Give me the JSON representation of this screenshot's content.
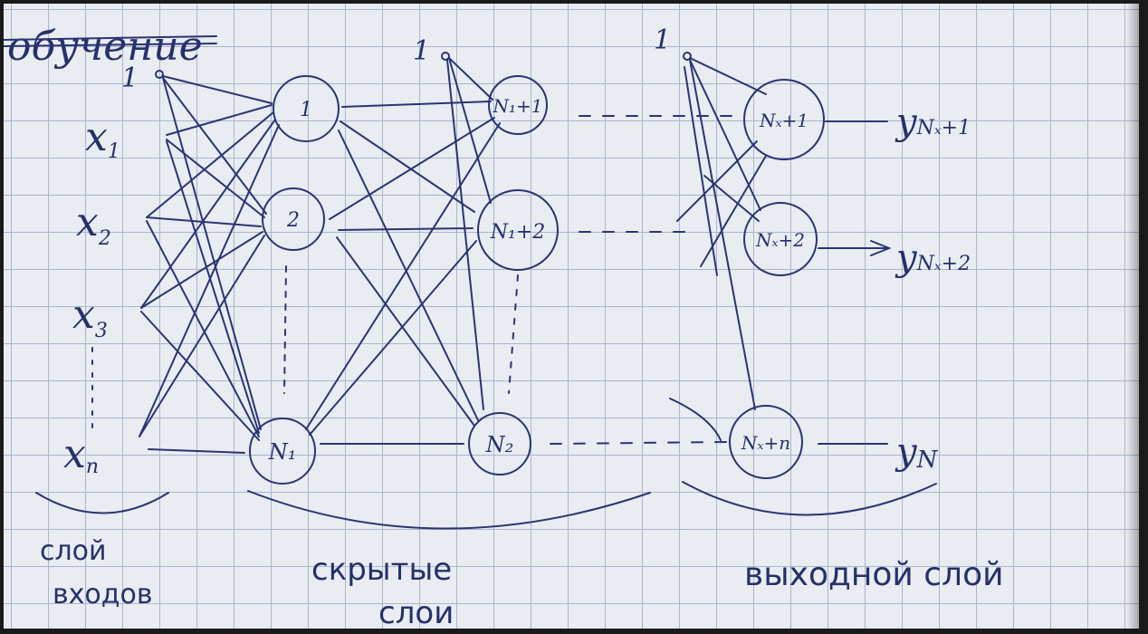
{
  "title": "обучение",
  "bias_label": "1",
  "inputs": [
    {
      "id": "x1",
      "main": "x",
      "sub": "1"
    },
    {
      "id": "x2",
      "main": "x",
      "sub": "2"
    },
    {
      "id": "x3",
      "main": "x",
      "sub": "3"
    },
    {
      "id": "xn",
      "main": "x",
      "sub": "n"
    }
  ],
  "hidden1": [
    {
      "id": "h1",
      "label": "1"
    },
    {
      "id": "h2",
      "label": "2"
    },
    {
      "id": "hN1",
      "label": "N₁"
    }
  ],
  "hidden2": [
    {
      "id": "g1",
      "label": "N₁+1"
    },
    {
      "id": "g2",
      "label": "N₁+2"
    },
    {
      "id": "gN2",
      "label": "N₂"
    }
  ],
  "outputs": [
    {
      "id": "o1",
      "label": "Nₓ+1",
      "y_label": "y",
      "y_sub": "Nₓ+1"
    },
    {
      "id": "o2",
      "label": "Nₓ+2",
      "y_label": "y",
      "y_sub": "Nₓ+2"
    },
    {
      "id": "oN",
      "label": "Nₓ+n",
      "y_label": "y",
      "y_sub": "N"
    }
  ],
  "captions": {
    "input_layer_1": "слой",
    "input_layer_2": "входов",
    "hidden_1": "скрытые",
    "hidden_2": "слои",
    "output": "выходной слой"
  },
  "colors": {
    "ink": "#2b3472",
    "paper": "#e9ecf1",
    "grid": "#a9b6cc"
  }
}
